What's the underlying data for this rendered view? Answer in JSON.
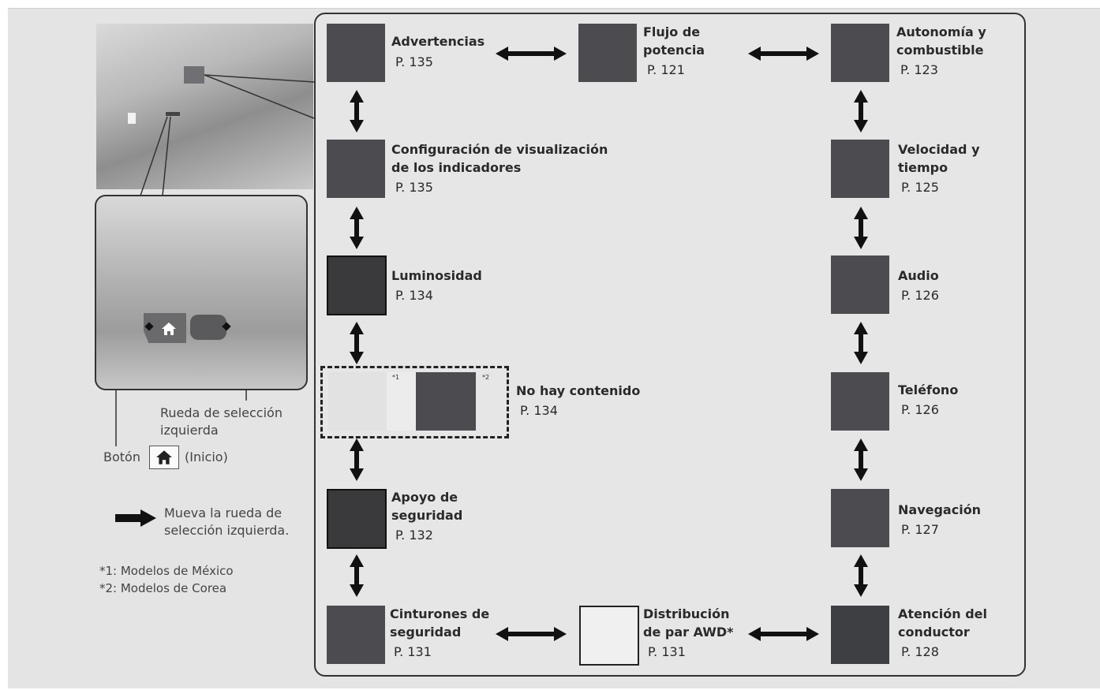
{
  "screens": {
    "warnings": {
      "label": "Advertencias",
      "page": "P. 135"
    },
    "power_flow": {
      "label": "Flujo de\npotencia",
      "page": "P. 121"
    },
    "range_fuel": {
      "label": "Autonomía y\ncombustible",
      "page": "P. 123"
    },
    "gauge_display_settings": {
      "label": "Configuración de visualización\nde los indicadores",
      "page": "P. 135"
    },
    "speed_time": {
      "label": "Velocidad y\ntiempo",
      "page": "P. 125"
    },
    "brightness": {
      "label": "Luminosidad",
      "page": "P. 134"
    },
    "audio": {
      "label": "Audio",
      "page": "P. 126"
    },
    "no_content": {
      "label": "No hay contenido",
      "page": "P. 134",
      "note1": "*1",
      "note2": "*2"
    },
    "phone": {
      "label": "Teléfono",
      "page": "P. 126"
    },
    "safety_support": {
      "label": "Apoyo de\nseguridad",
      "page": "P. 132"
    },
    "navigation": {
      "label": "Navegación",
      "page": "P. 127"
    },
    "seat_belts": {
      "label": "Cinturones de\nseguridad",
      "page": "P. 131"
    },
    "awd_torque": {
      "label": "Distribución\nde par AWD*",
      "page": "P. 131"
    },
    "driver_attention": {
      "label": "Atención del\nconductor",
      "page": "P. 128"
    }
  },
  "left_panel": {
    "wheel_label": "Rueda de selección\nizquierda",
    "button_prefix": "Botón",
    "button_suffix": "(Inicio)",
    "legend_text": "Mueva la rueda de\nselección izquierda.",
    "footnote1": "*1: Modelos de México",
    "footnote2": "*2: Modelos de Corea"
  },
  "icons": [
    "home-icon",
    "double-arrow-icon",
    "right-arrow-icon"
  ],
  "colors": {
    "screen": "#4b4b50",
    "background": "#e4e4e4",
    "line": "#111111"
  }
}
